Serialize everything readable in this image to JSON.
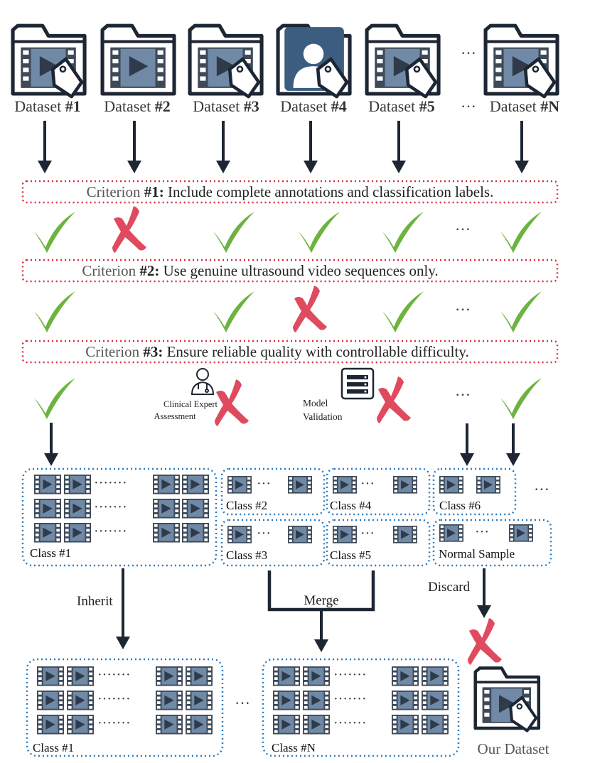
{
  "datasets": [
    {
      "label": "Dataset ",
      "num": "#1",
      "icon": "video-folder-icon"
    },
    {
      "label": "Dataset ",
      "num": "#2",
      "icon": "video-folder-icon"
    },
    {
      "label": "Dataset ",
      "num": "#3",
      "icon": "video-folder-icon"
    },
    {
      "label": "Dataset ",
      "num": "#4",
      "icon": "image-folder-icon"
    },
    {
      "label": "Dataset ",
      "num": "#5",
      "icon": "video-folder-icon"
    },
    {
      "label": "Dataset ",
      "num": "#N",
      "icon": "video-folder-icon"
    }
  ],
  "ellipsis": "···",
  "dots": "·······",
  "criteria": [
    {
      "label": "Criterion ",
      "num": "#1:",
      "text": " Include complete annotations and classification labels."
    },
    {
      "label": "Criterion ",
      "num": "#2:",
      "text": " Use genuine ultrasound video sequences only."
    },
    {
      "label": "Criterion ",
      "num": "#3:",
      "text": " Ensure reliable quality with controllable difficulty."
    }
  ],
  "assessments": {
    "clinical": [
      "Clinical Expert",
      "Assessment"
    ],
    "model": [
      "Model",
      "Validation"
    ]
  },
  "classes": {
    "c1": "Class #1",
    "c2": "Class #2",
    "c3": "Class #3",
    "c4": "Class #4",
    "c5": "Class #5",
    "c6": "Class #6",
    "normal": "Normal Sample",
    "out1": "Class #1",
    "outN": "Class #N"
  },
  "actions": {
    "inherit": "Inherit",
    "merge": "Merge",
    "discard": "Discard"
  },
  "final": {
    "label": "Our Dataset"
  },
  "colors": {
    "check": "#6db33f",
    "cross": "#e04a5f",
    "dark": "#1d2633",
    "blue": "#2a7bbf",
    "red": "#d6303a",
    "film": "#415c78"
  }
}
